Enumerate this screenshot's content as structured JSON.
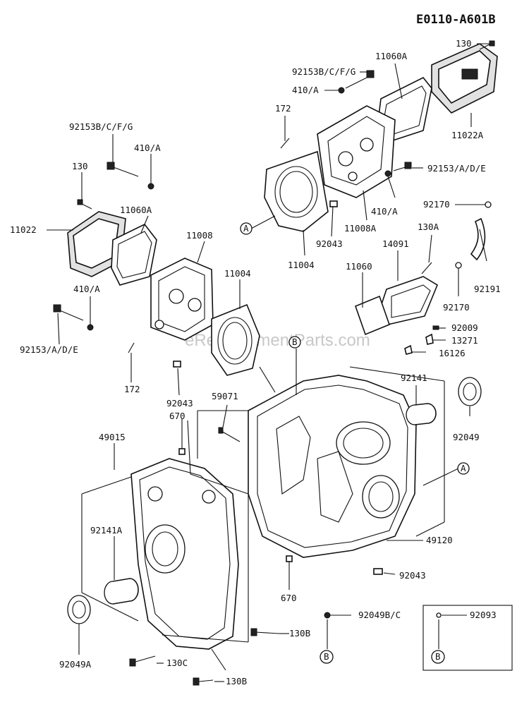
{
  "diagram": {
    "code": "E0110-A601B",
    "watermark": "eReplacementParts.com",
    "parts": {
      "p130_top": "130",
      "p92153bcfg_top": "92153B/C/F/G",
      "p11060a_top": "11060A",
      "p410a_top": "410/A",
      "p172_top": "172",
      "p92153ade_top": "92153/A/D/E",
      "p11022a": "11022A",
      "p92170_a": "92170",
      "p410a_mid": "410/A",
      "p11008a": "11008A",
      "p92043_top": "92043",
      "p11004_top": "11004",
      "p130a": "130A",
      "p14091": "14091",
      "p92191": "92191",
      "p92170_b": "92170",
      "p92153bcfg_left": "92153B/C/F/G",
      "p410a_left": "410/A",
      "p130_left": "130",
      "p11060a_left": "11060A",
      "p11022": "11022",
      "p11008": "11008",
      "p11004_left": "11004",
      "p410a_left2": "410/A",
      "p92153ade_left": "92153/A/D/E",
      "p172_left": "172",
      "p92043_left": "92043",
      "p670_top": "670",
      "p59071": "59071",
      "p11060": "11060",
      "p92009": "92009",
      "p13271": "13271",
      "p16126": "16126",
      "p92141": "92141",
      "p92049": "92049",
      "p49015": "49015",
      "p92141a": "92141A",
      "p49120": "49120",
      "p92043_bot": "92043",
      "p670_bot": "670",
      "p92049bc": "92049B/C",
      "p92093": "92093",
      "p130b_a": "130B",
      "p130c": "130C",
      "p130b_b": "130B",
      "p92049a": "92049A"
    },
    "refs": {
      "a": "A",
      "b": "B"
    }
  }
}
